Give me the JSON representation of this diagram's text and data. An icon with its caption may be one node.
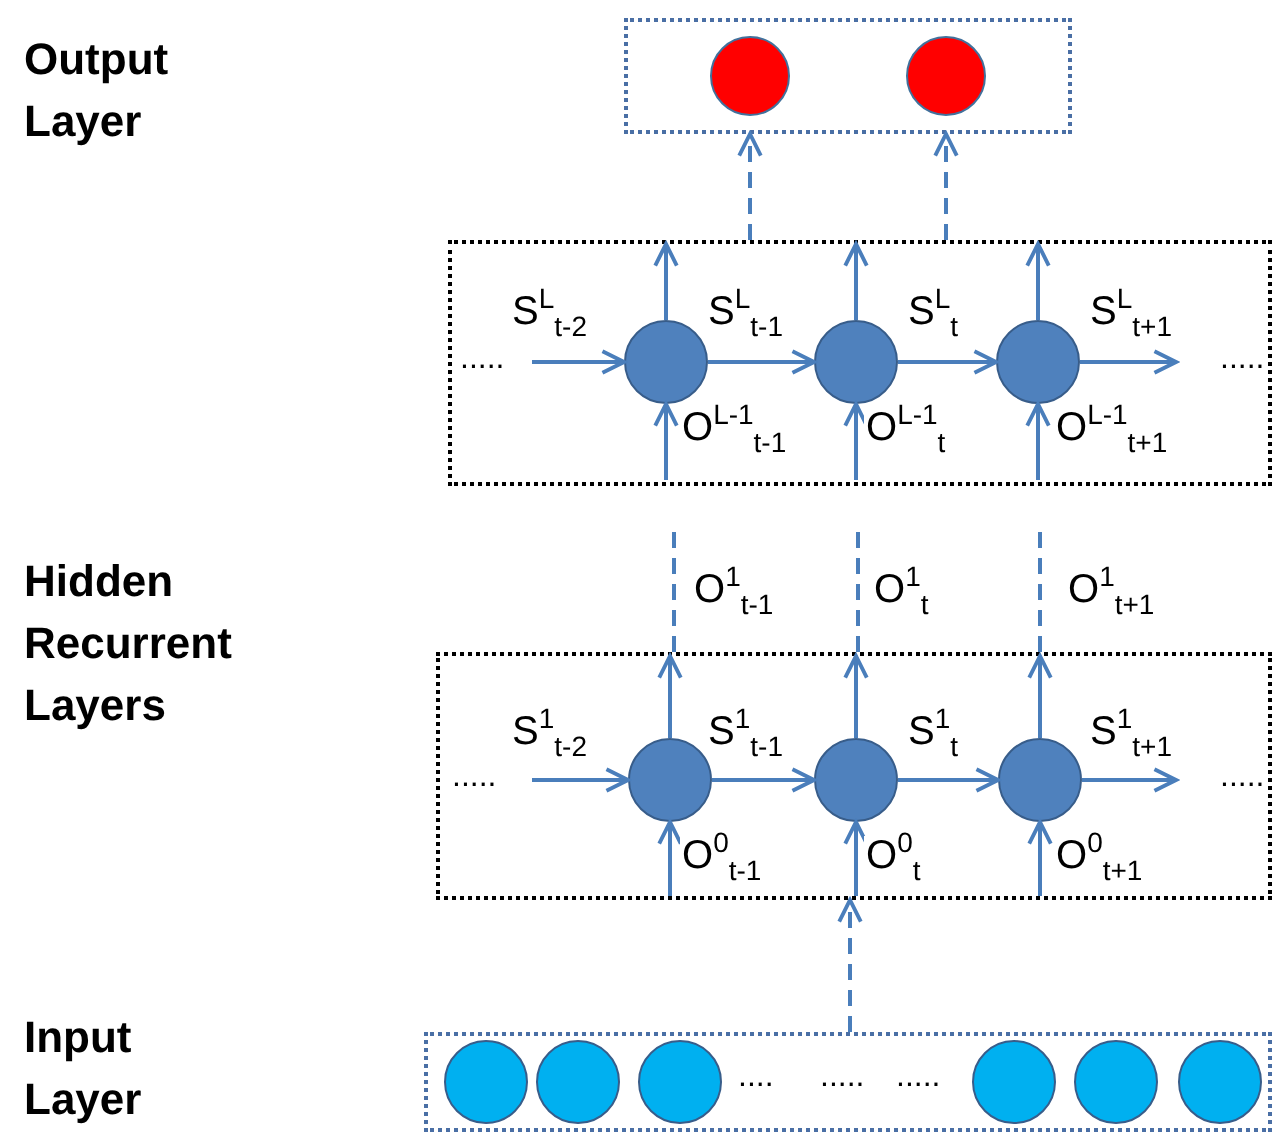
{
  "diagram": {
    "nodes": [
      {
        "text": [],
        "shape": "box"
      },
      {
        "text": [],
        "shape": "circle",
        "in": 0
      },
      {
        "text": [],
        "shape": "circle",
        "in": 0
      },
      {
        "text": [],
        "shape": "box"
      },
      {
        "text": [],
        "shape": "circle",
        "in": 3
      },
      {
        "text": [],
        "shape": "circle",
        "in": 3
      },
      {
        "text": [],
        "shape": "circle",
        "in": 3
      },
      {
        "text": [],
        "shape": "box"
      },
      {
        "text": [],
        "shape": "circle",
        "in": 7
      },
      {
        "text": [],
        "shape": "circle",
        "in": 7
      },
      {
        "text": [],
        "shape": "circle",
        "in": 7
      },
      {
        "text": [],
        "shape": "box"
      },
      {
        "text": [],
        "shape": "circle",
        "in": 11
      },
      {
        "text": [],
        "shape": "circle",
        "in": 11
      },
      {
        "text": [],
        "shape": "circle",
        "in": 11
      },
      {
        "text": [],
        "shape": "circle",
        "in": 11
      },
      {
        "text": [],
        "shape": "circle",
        "in": 11
      },
      {
        "text": [],
        "shape": "circle",
        "in": 11
      }
    ],
    "edges": [
      {
        "from": null,
        "to": 4,
        "arrow": "to",
        "label": "S$^{L}$$_{t-2}$"
      },
      {
        "from": 4,
        "to": 5,
        "arrow": "to",
        "label": "S$^{L}$$_{t-1}$"
      },
      {
        "from": 5,
        "to": 6,
        "arrow": "to",
        "label": "S$^{L}$$_{t}$"
      },
      {
        "from": 6,
        "to": null,
        "arrow": "to",
        "label": "S$^{L}$$_{t+1}$"
      },
      {
        "from": null,
        "to": 4,
        "arrow": "to",
        "label": "O$^{L-1}$$_{t-1}$"
      },
      {
        "from": null,
        "to": 5,
        "arrow": "to",
        "label": "O$^{L-1}$$_{t}$"
      },
      {
        "from": null,
        "to": 6,
        "arrow": "to",
        "label": "O$^{L-1}$$_{t+1}$"
      },
      {
        "from": 4,
        "to": null,
        "arrow": "to"
      },
      {
        "from": 5,
        "to": null,
        "arrow": "to"
      },
      {
        "from": 6,
        "to": null,
        "arrow": "to"
      },
      {
        "from": 3,
        "to": 0,
        "arrow": "to",
        "style": "dashed"
      },
      {
        "from": 3,
        "to": 0,
        "arrow": "to",
        "style": "dashed"
      },
      {
        "from": 7,
        "to": null,
        "arrow": "none",
        "style": "dashed",
        "label": "O$^{1}$$_{t-1}$"
      },
      {
        "from": 7,
        "to": null,
        "arrow": "none",
        "style": "dashed",
        "label": "O$^{1}$$_{t}$"
      },
      {
        "from": 7,
        "to": null,
        "arrow": "none",
        "style": "dashed",
        "label": "O$^{1}$$_{t+1}$"
      },
      {
        "from": null,
        "to": 8,
        "arrow": "to",
        "label": "S$^{1}$$_{t-2}$"
      },
      {
        "from": 8,
        "to": 9,
        "arrow": "to",
        "label": "S$^{1}$$_{t-1}$"
      },
      {
        "from": 9,
        "to": 10,
        "arrow": "to",
        "label": "S$^{1}$$_{t}$"
      },
      {
        "from": 10,
        "to": null,
        "arrow": "to",
        "label": "S$^{1}$$_{t+1}$"
      },
      {
        "from": null,
        "to": 8,
        "arrow": "to",
        "label": "O$^{0}$$_{t-1}$"
      },
      {
        "from": null,
        "to": 9,
        "arrow": "to",
        "label": "O$^{0}$$_{t}$"
      },
      {
        "from": null,
        "to": 10,
        "arrow": "to",
        "label": "O$^{0}$$_{t+1}$"
      },
      {
        "from": 8,
        "to": null,
        "arrow": "to"
      },
      {
        "from": 9,
        "to": null,
        "arrow": "to"
      },
      {
        "from": 10,
        "to": null,
        "arrow": "to"
      },
      {
        "from": 11,
        "to": 7,
        "arrow": "to",
        "style": "dashed"
      }
    ],
    "labels": [
      "Output Layer",
      ".....",
      ".....",
      "Hidden Recurrent Layers",
      ".....",
      ".....",
      "Input Layer",
      "....",
      ".....",
      "....."
    ]
  }
}
